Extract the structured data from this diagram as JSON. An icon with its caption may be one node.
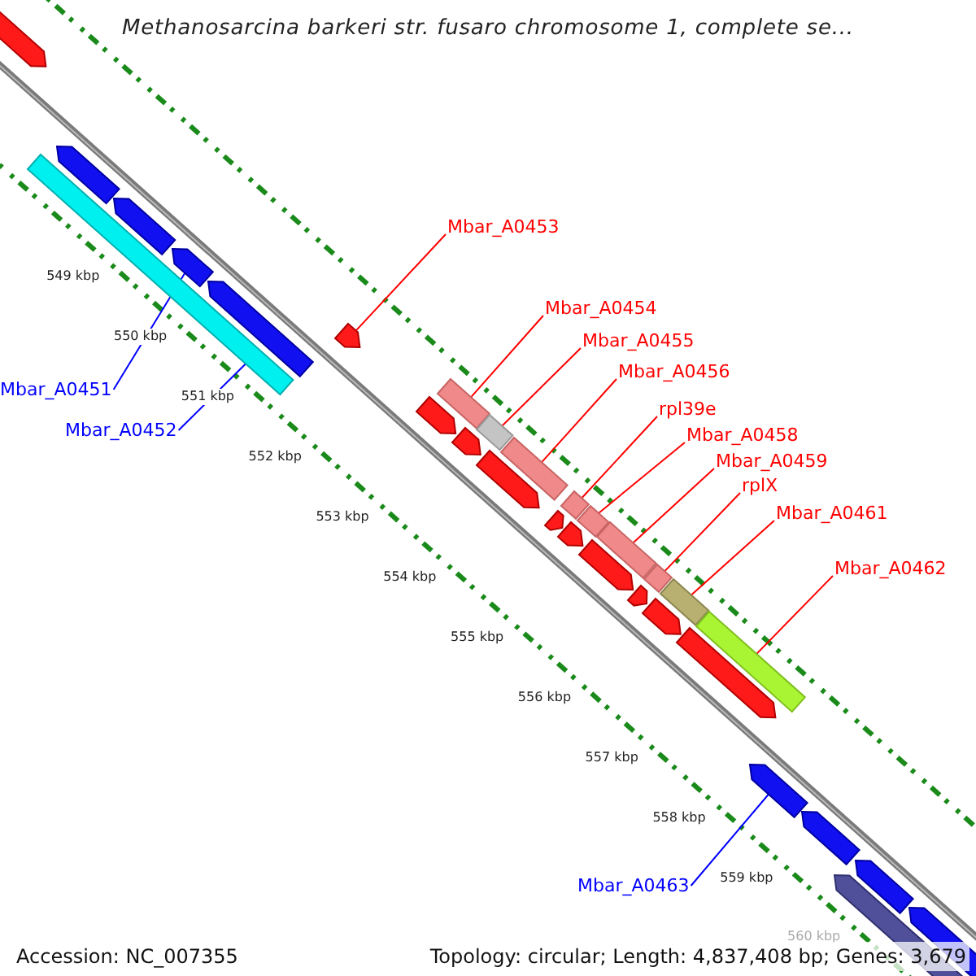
{
  "diagram": {
    "title": "Methanosarcina barkeri str. fusaro chromosome 1, complete se...",
    "nodes": [
      {
        "text": [
          "Mbar_A0451"
        ]
      },
      {
        "text": [
          "Mbar_A0452"
        ]
      },
      {
        "text": [
          "Mbar_A0453"
        ]
      },
      {
        "text": [
          "Mbar_A0454"
        ]
      },
      {
        "text": [
          "Mbar_A0455"
        ]
      },
      {
        "text": [
          "Mbar_A0456"
        ]
      },
      {
        "text": [
          "rpl39e"
        ]
      },
      {
        "text": [
          "Mbar_A0458"
        ]
      },
      {
        "text": [
          "Mbar_A0459"
        ]
      },
      {
        "text": [
          "rplX"
        ]
      },
      {
        "text": [
          "Mbar_A0461"
        ]
      },
      {
        "text": [
          "Mbar_A0462"
        ]
      },
      {
        "text": [
          "Mbar_A0463"
        ]
      },
      {
        "text": [],
        "shape": "arrow"
      },
      {
        "text": [],
        "shape": "bar"
      },
      {
        "text": [],
        "shape": "arrow"
      },
      {
        "text": [],
        "shape": "bar"
      },
      {
        "text": [],
        "shape": "bar"
      },
      {
        "text": [],
        "shape": "bar"
      },
      {
        "text": [],
        "shape": "bar"
      },
      {
        "text": [],
        "shape": "bar"
      },
      {
        "text": [],
        "shape": "bar"
      },
      {
        "text": [],
        "shape": "bar"
      },
      {
        "text": [],
        "shape": "bar"
      },
      {
        "text": [],
        "shape": "bar"
      },
      {
        "text": [],
        "shape": "arrow"
      },
      {
        "text": [],
        "shape": "arrow"
      },
      {
        "text": [],
        "shape": "arrow"
      },
      {
        "text": [],
        "shape": "arrow"
      },
      {
        "text": [],
        "shape": "arrow"
      },
      {
        "text": [],
        "shape": "arrow"
      },
      {
        "text": [],
        "shape": "arrow"
      },
      {
        "text": [],
        "shape": "arrow"
      },
      {
        "text": [],
        "shape": "arrow"
      },
      {
        "text": [],
        "shape": "arrow"
      },
      {
        "text": [],
        "shape": "arrow"
      },
      {
        "text": [],
        "shape": "arrow"
      },
      {
        "text": [],
        "shape": "arrow"
      },
      {
        "text": [],
        "shape": "arrow"
      },
      {
        "text": [],
        "shape": "arrow"
      },
      {
        "text": [],
        "shape": "arrow"
      },
      {
        "text": [],
        "shape": "arrow"
      },
      {
        "text": [],
        "shape": "arrow"
      }
    ],
    "edges": [
      {
        "from": 0,
        "to": 13,
        "arrow": "none",
        "color": "#0000ff"
      },
      {
        "from": 1,
        "to": 14,
        "arrow": "none",
        "color": "#0000ff"
      },
      {
        "from": 2,
        "to": 15,
        "arrow": "none"
      },
      {
        "from": 3,
        "to": 16,
        "arrow": "none"
      },
      {
        "from": 4,
        "to": 17,
        "arrow": "none"
      },
      {
        "from": 5,
        "to": 18,
        "arrow": "none"
      },
      {
        "from": 6,
        "to": 19,
        "arrow": "none"
      },
      {
        "from": 7,
        "to": 20,
        "arrow": "none"
      },
      {
        "from": 8,
        "to": 21,
        "arrow": "none"
      },
      {
        "from": 9,
        "to": 22,
        "arrow": "none"
      },
      {
        "from": 10,
        "to": 23,
        "arrow": "none"
      },
      {
        "from": 11,
        "to": 24,
        "arrow": "none"
      },
      {
        "from": 12,
        "to": 25,
        "arrow": "none",
        "color": "#0000ff"
      }
    ],
    "labels": [
      "549 kbp",
      "550 kbp",
      "551 kbp",
      "552 kbp",
      "553 kbp",
      "554 kbp",
      "555 kbp",
      "556 kbp",
      "557 kbp",
      "558 kbp",
      "559 kbp",
      "560 kbp",
      "Accession: NC_007355",
      "Topology: circular; Length: 4,837,408 bp; Genes: 3,679"
    ]
  }
}
